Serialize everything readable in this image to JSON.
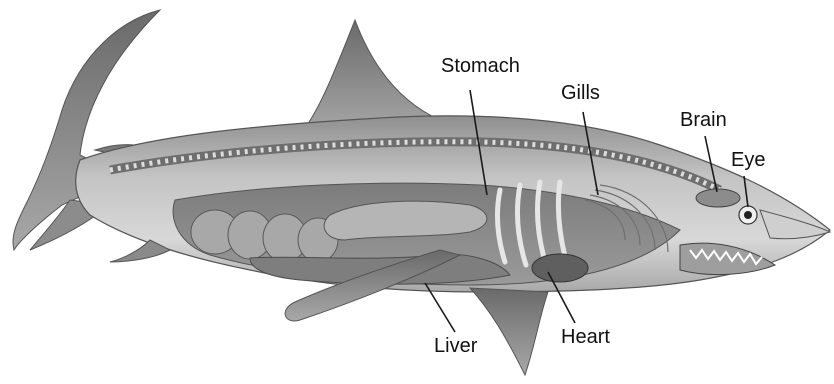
{
  "diagram": {
    "labels": {
      "stomach": "Stomach",
      "gills": "Gills",
      "brain": "Brain",
      "eye": "Eye",
      "liver": "Liver",
      "heart": "Heart"
    },
    "colors": {
      "body": "#c9c9c9",
      "dark": "#6e6e6e",
      "organ": "#8a8a8a",
      "leader": "#1a1a1a"
    }
  }
}
